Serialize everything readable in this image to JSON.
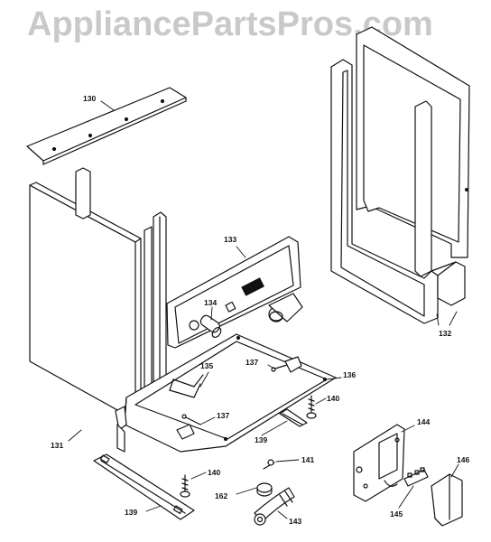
{
  "watermark": "AppliancePartsPros.com",
  "part_numbers": {
    "p130": "130",
    "p131": "131",
    "p132": "132",
    "p133": "133",
    "p134": "134",
    "p135": "135",
    "p136": "136",
    "p137a": "137",
    "p137b": "137",
    "p139a": "139",
    "p139b": "139",
    "p140a": "140",
    "p140b": "140",
    "p141": "141",
    "p143": "143",
    "p144": "144",
    "p145": "145",
    "p146": "146",
    "p162": "162"
  }
}
